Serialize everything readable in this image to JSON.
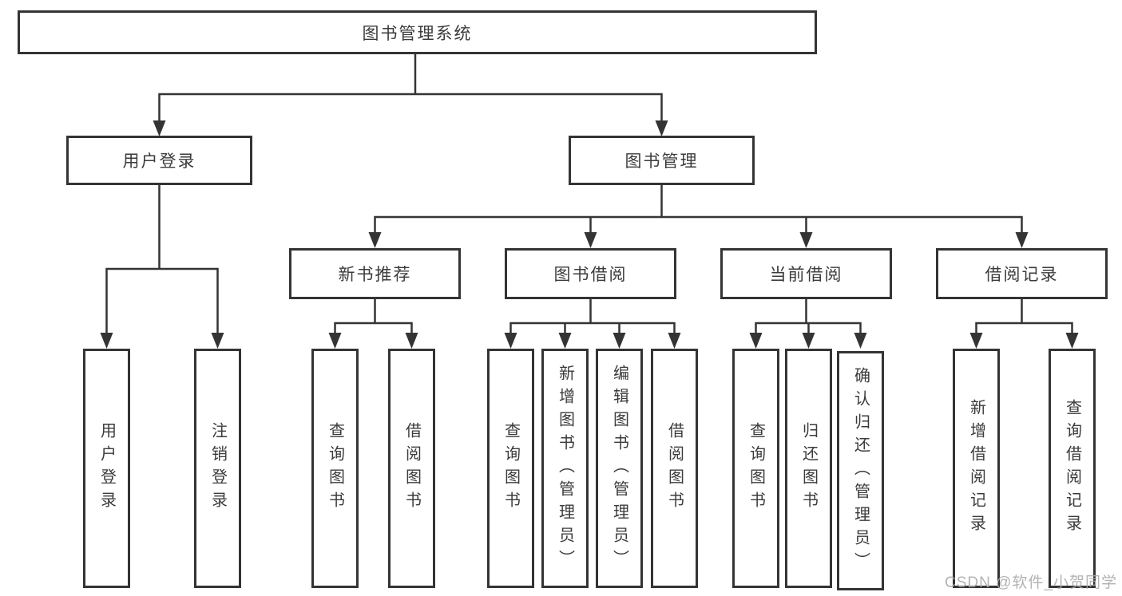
{
  "tree": {
    "root": "图书管理系统",
    "branches": [
      {
        "label": "用户登录",
        "children": [
          "用户登录",
          "注销登录"
        ]
      },
      {
        "label": "图书管理",
        "groups": [
          {
            "label": "新书推荐",
            "children": [
              "查询图书",
              "借阅图书"
            ]
          },
          {
            "label": "图书借阅",
            "children": [
              "查询图书",
              "新增图书（管理员）",
              "编辑图书（管理员）",
              "借阅图书"
            ]
          },
          {
            "label": "当前借阅",
            "children": [
              "查询图书",
              "归还图书",
              "确认归还（管理员）"
            ]
          },
          {
            "label": "借阅记录",
            "children": [
              "新增借阅记录",
              "查询借阅记录"
            ]
          }
        ]
      }
    ]
  },
  "watermark": {
    "text": "CSDN @软件_小贺同学"
  },
  "colors": {
    "line": "#343434",
    "box_border": "#343434",
    "text": "#3b3b3b",
    "watermark": "#ababab",
    "background": "#ffffff"
  }
}
